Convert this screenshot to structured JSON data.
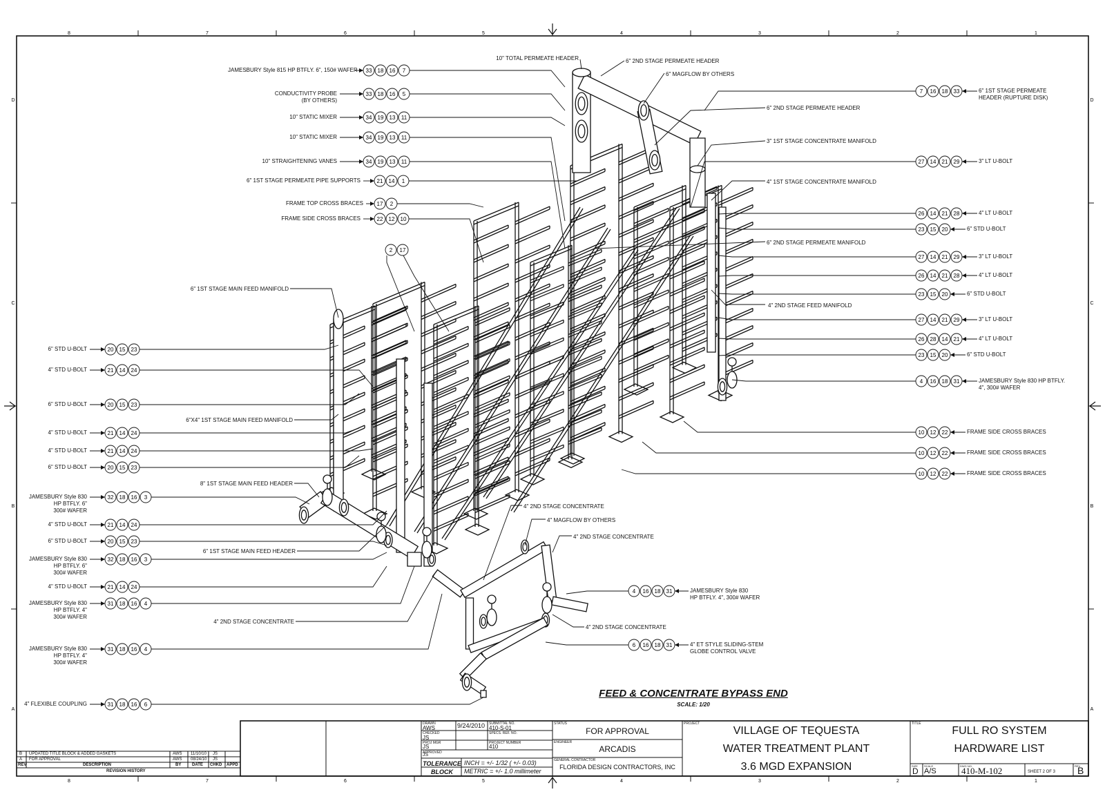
{
  "border": {
    "top_zones": [
      "8",
      "7",
      "6",
      "5",
      "4",
      "3",
      "2",
      "1"
    ],
    "bottom_zones": [
      "8",
      "7",
      "6",
      "5",
      "4",
      "3",
      "2",
      "1"
    ],
    "left_zones": [
      "D",
      "C",
      "B",
      "A"
    ],
    "right_zones": [
      "D",
      "C",
      "B",
      "A"
    ]
  },
  "drawing": {
    "title": "FEED & CONCENTRATE BYPASS END",
    "scale": "SCALE: 1/20"
  },
  "callouts_left": [
    {
      "label": "JAMESBURY Style 815 HP BTFLY. 6\", 150# WAFER",
      "bubbles": [
        "33",
        "18",
        "16",
        "7"
      ]
    },
    {
      "label": "CONDUCTIVITY PROBE\n(BY OTHERS)",
      "bubbles": [
        "33",
        "18",
        "16",
        "5"
      ]
    },
    {
      "label": "10\" STATIC MIXER",
      "bubbles": [
        "34",
        "19",
        "13",
        "11"
      ]
    },
    {
      "label": "10\" STATIC MIXER",
      "bubbles": [
        "34",
        "19",
        "13",
        "11"
      ]
    },
    {
      "label": "10\" STRAIGHTENING VANES",
      "bubbles": [
        "34",
        "19",
        "13",
        "11"
      ]
    },
    {
      "label": "6\" 1ST STAGE PERMEATE PIPE SUPPORTS",
      "bubbles": [
        "21",
        "14",
        "1"
      ]
    },
    {
      "label": "FRAME TOP CROSS BRACES",
      "bubbles": [
        "17",
        "2"
      ]
    },
    {
      "label": "FRAME SIDE CROSS BRACES",
      "bubbles": [
        "22",
        "12",
        "10"
      ]
    },
    {
      "label": "6\" STD U-BOLT",
      "bubbles": [
        "20",
        "15",
        "23"
      ]
    },
    {
      "label": "4\" STD U-BOLT",
      "bubbles": [
        "21",
        "14",
        "24"
      ]
    },
    {
      "label": "6\" STD U-BOLT",
      "bubbles": [
        "20",
        "15",
        "23"
      ]
    },
    {
      "label": "4\" STD U-BOLT",
      "bubbles": [
        "21",
        "14",
        "24"
      ]
    },
    {
      "label": "4\" STD U-BOLT",
      "bubbles": [
        "21",
        "14",
        "24"
      ]
    },
    {
      "label": "6\" STD U-BOLT",
      "bubbles": [
        "20",
        "15",
        "23"
      ]
    },
    {
      "label": "JAMESBURY Style 830\nHP BTFLY. 6\"\n300# WAFER",
      "bubbles": [
        "32",
        "18",
        "16",
        "3"
      ]
    },
    {
      "label": "4\" STD U-BOLT",
      "bubbles": [
        "21",
        "14",
        "24"
      ]
    },
    {
      "label": "6\" STD U-BOLT",
      "bubbles": [
        "20",
        "15",
        "23"
      ]
    },
    {
      "label": "JAMESBURY Style 830\nHP BTFLY. 6\"\n300# WAFER",
      "bubbles": [
        "32",
        "18",
        "16",
        "3"
      ]
    },
    {
      "label": "4\" STD U-BOLT",
      "bubbles": [
        "21",
        "14",
        "24"
      ]
    },
    {
      "label": "JAMESBURY Style 830\nHP BTFLY. 4\"\n300# WAFER",
      "bubbles": [
        "31",
        "18",
        "16",
        "4"
      ]
    },
    {
      "label": "JAMESBURY Style 830\nHP BTFLY. 4\"\n300# WAFER",
      "bubbles": [
        "31",
        "18",
        "16",
        "4"
      ]
    },
    {
      "label": "4\" FLEXIBLE COUPLING",
      "bubbles": [
        "31",
        "18",
        "16",
        "6"
      ]
    }
  ],
  "callouts_right": [
    {
      "label": "6\" 1ST STAGE PERMEATE\nHEADER (RUPTURE DISK)",
      "bubbles": [
        "7",
        "16",
        "18",
        "33"
      ]
    },
    {
      "label": "3\" LT U-BOLT",
      "bubbles": [
        "27",
        "14",
        "21",
        "29"
      ]
    },
    {
      "label": "4\" LT U-BOLT",
      "bubbles": [
        "26",
        "14",
        "21",
        "28"
      ]
    },
    {
      "label": "6\" STD U-BOLT",
      "bubbles": [
        "23",
        "15",
        "20"
      ]
    },
    {
      "label": "3\" LT U-BOLT",
      "bubbles": [
        "27",
        "14",
        "21",
        "29"
      ]
    },
    {
      "label": "4\" LT U-BOLT",
      "bubbles": [
        "26",
        "14",
        "21",
        "28"
      ]
    },
    {
      "label": "6\" STD U-BOLT",
      "bubbles": [
        "23",
        "15",
        "20"
      ]
    },
    {
      "label": "3\" LT U-BOLT",
      "bubbles": [
        "27",
        "14",
        "21",
        "29"
      ]
    },
    {
      "label": "4\" LT U-BOLT",
      "bubbles": [
        "26",
        "28",
        "14",
        "21"
      ]
    },
    {
      "label": "6\" STD U-BOLT",
      "bubbles": [
        "23",
        "15",
        "20"
      ]
    },
    {
      "label": "JAMESBURY Style 830 HP BTFLY.\n4\", 300# WAFER",
      "bubbles": [
        "4",
        "16",
        "18",
        "31"
      ]
    },
    {
      "label": "FRAME SIDE CROSS BRACES",
      "bubbles": [
        "10",
        "12",
        "22"
      ]
    },
    {
      "label": "FRAME SIDE CROSS BRACES",
      "bubbles": [
        "10",
        "12",
        "22"
      ]
    },
    {
      "label": "FRAME SIDE CROSS BRACES",
      "bubbles": [
        "10",
        "12",
        "22"
      ]
    }
  ],
  "callouts_center": [
    {
      "label": "JAMESBURY Style 830\nHP BTFLY. 4\", 300# WAFER",
      "bubbles": [
        "4",
        "16",
        "18",
        "31"
      ]
    },
    {
      "label": "4\" ET STYLE SLIDING-STEM\nGLOBE CONTROL VALVE",
      "bubbles": [
        "6",
        "16",
        "18",
        "31"
      ]
    }
  ],
  "bubble_stack": [
    "2",
    "17"
  ],
  "leaders": [
    "10\" TOTAL PERMEATE HEADER",
    "6\" 2ND STAGE PERMEATE HEADER",
    "6\" MAGFLOW BY OTHERS",
    "6\" 2ND STAGE PERMEATE HEADER",
    "3\" 1ST STAGE CONCENTRATE MANIFOLD",
    "4\" 1ST STAGE CONCENTRATE MANIFOLD",
    "6\" 2ND STAGE PERMEATE MANIFOLD",
    "4\" 2ND STAGE FEED MANIFOLD",
    "6\" 1ST STAGE MAIN FEED MANIFOLD",
    "6\"X4\" 1ST STAGE MAIN FEED MANIFOLD",
    "8\" 1ST STAGE MAIN FEED HEADER",
    "6\" 1ST STAGE MAIN FEED HEADER",
    "4\" 2ND STAGE CONCENTRATE",
    "4\" 2ND STAGE CONCENTRATE",
    "4\" MAGFLOW BY OTHERS",
    "4\" 2ND STAGE CONCENTRATE",
    "4\" 2ND STAGE CONCENTRATE"
  ],
  "title_block": {
    "revisions": [
      {
        "rev": "B",
        "desc": "UPDATED TITLE BLOCK & ADDED GASKETS",
        "by": "AWS",
        "date": "11/10/10",
        "chkd": "JS"
      },
      {
        "rev": "A",
        "desc": "FOR APPROVAL",
        "by": "AWS",
        "date": "08/24/10",
        "chkd": "JS"
      }
    ],
    "rev_header": {
      "rev": "REV",
      "desc": "DESCRIPTION",
      "by": "BY",
      "date": "DATE",
      "chkd": "CHKD",
      "appd": "APPD"
    },
    "revision_history": "REVISION HISTORY",
    "drawn_label": "DRAWN",
    "drawn": "AWS",
    "date": "9/24/2010",
    "checked_label": "CHECKED",
    "checked": "JS",
    "project_mgr_label": "PROJ MGR",
    "project_mgr": "JS",
    "approved_label": "APPROVED",
    "approved": "JS",
    "submittal_label": "SUBMITTAL NO.",
    "submittal": "410-S-01",
    "spec_ref_label": "SPECS. REF. NO.",
    "project_number_label": "PROJECT NUMBER",
    "project_number": "410",
    "tolerance_label": "TOLERANCE BLOCK",
    "tol_inch": "INCH = +/- 1/32 ( +/- 0.03)",
    "tol_metric": "METRIC = +/- 1.0 millimeter",
    "status_label": "STATUS",
    "status": "FOR APPROVAL",
    "engineer_label": "ENGINEER",
    "engineer": "ARCADIS",
    "gc_label": "GENERAL CONTRACTOR",
    "gc": "FLORIDA DESIGN CONTRACTORS, INC",
    "project_label": "PROJECT",
    "project": [
      "VILLAGE OF TEQUESTA",
      "WATER TREATMENT PLANT",
      "3.6 MGD EXPANSION"
    ],
    "title_label": "TITLE",
    "title": [
      "FULL RO SYSTEM",
      "HARDWARE LIST"
    ],
    "size_label": "SIZE",
    "size": "D",
    "scale_label": "SCALE",
    "scale": "A/S",
    "dwg_label": "DWG NO.",
    "dwg_no": "410-M-102",
    "sheet": "SHEET 2  OF 3",
    "rev_label": "REV",
    "rev": "B"
  }
}
